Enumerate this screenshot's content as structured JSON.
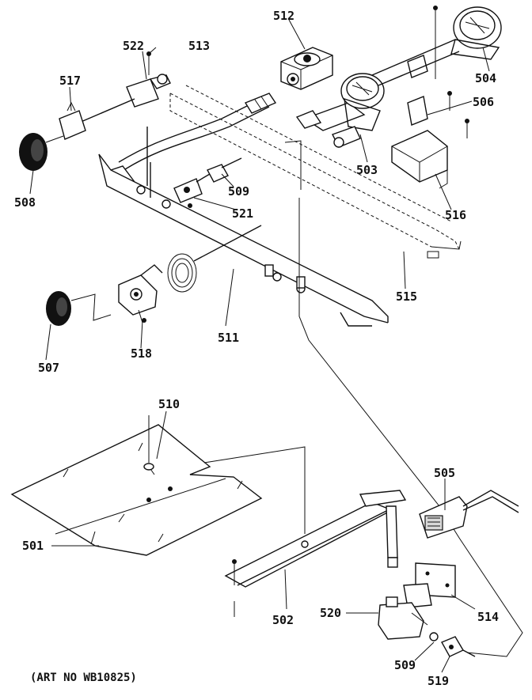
{
  "diagram": {
    "caption": "(ART NO WB10825)",
    "callouts": {
      "c501": "501",
      "c502": "502",
      "c503": "503",
      "c504": "504",
      "c505": "505",
      "c506": "506",
      "c507": "507",
      "c508": "508",
      "c509a": "509",
      "c509b": "509",
      "c510": "510",
      "c511": "511",
      "c512": "512",
      "c513": "513",
      "c514": "514",
      "c515": "515",
      "c516": "516",
      "c517": "517",
      "c518": "518",
      "c519": "519",
      "c520": "520",
      "c521": "521",
      "c522": "522"
    }
  }
}
